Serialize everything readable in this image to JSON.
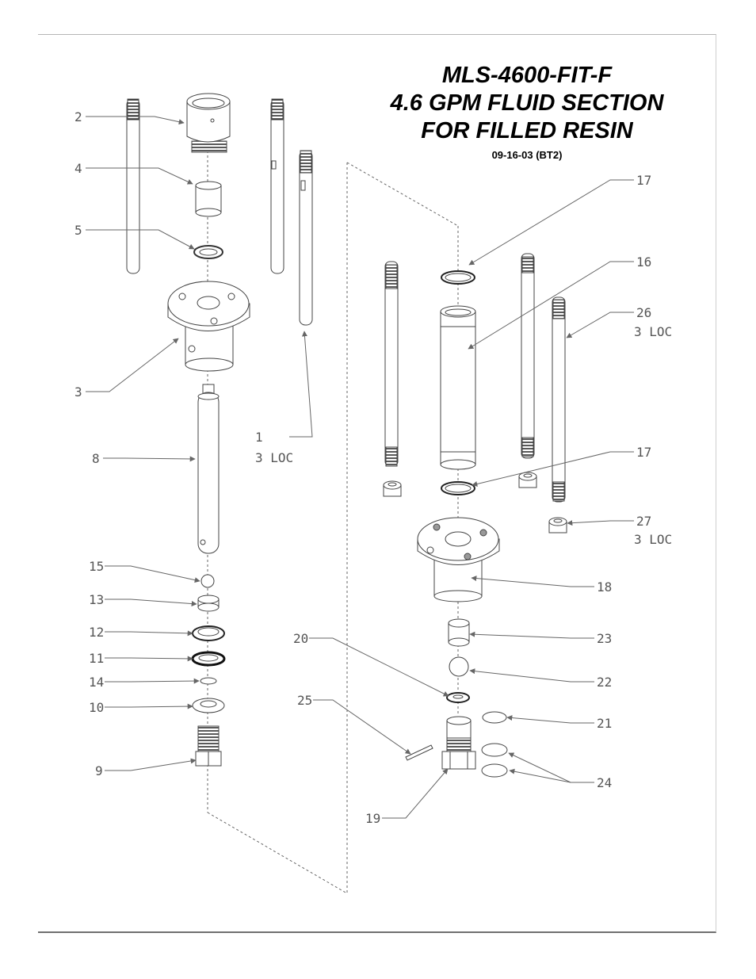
{
  "title": {
    "line1": "MLS-4600-FIT-F",
    "line2": "4.6 GPM FLUID SECTION",
    "line3": "FOR FILLED RESIN",
    "date": "09-16-03 (BT2)"
  },
  "callouts": {
    "c2": "2",
    "c4": "4",
    "c5": "5",
    "c3": "3",
    "c1": "1",
    "c1_qty": "3 LOC",
    "c8": "8",
    "c15": "15",
    "c13": "13",
    "c12": "12",
    "c11": "11",
    "c14": "14",
    "c10": "10",
    "c9": "9",
    "c17a": "17",
    "c16": "16",
    "c26": "26",
    "c26_qty": "3 LOC",
    "c17b": "17",
    "c27": "27",
    "c27_qty": "3 LOC",
    "c18": "18",
    "c20": "20",
    "c23": "23",
    "c22": "22",
    "c25": "25",
    "c21": "21",
    "c24": "24",
    "c19": "19"
  },
  "colors": {
    "line": "#444444",
    "leader": "#666666",
    "fill": "#ffffff"
  }
}
